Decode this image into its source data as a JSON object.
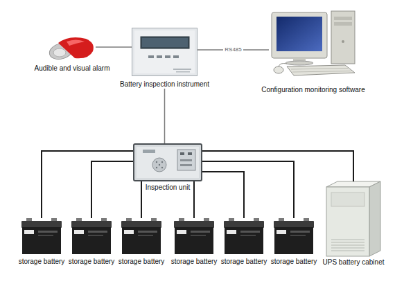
{
  "diagram": {
    "nodes": [
      {
        "text": [
          "Audible and visual alarm"
        ]
      },
      {
        "text": [
          "Battery inspection instrument"
        ]
      },
      {
        "text": [
          "Configuration monitoring software"
        ]
      },
      {
        "text": [
          "Inspection unit"
        ]
      },
      {
        "text": [
          "storage battery"
        ]
      },
      {
        "text": [
          "storage battery"
        ]
      },
      {
        "text": [
          "storage battery"
        ]
      },
      {
        "text": [
          "storage battery"
        ]
      },
      {
        "text": [
          "storage battery"
        ]
      },
      {
        "text": [
          "storage battery"
        ]
      },
      {
        "text": [
          "UPS battery cabinet"
        ]
      }
    ],
    "edges": [
      {
        "from": 0,
        "to": 1,
        "arrow": "none"
      },
      {
        "from": 1,
        "to": 2,
        "label": "RS485",
        "arrow": "none"
      },
      {
        "from": 1,
        "to": 3,
        "arrow": "none"
      },
      {
        "from": 3,
        "to": 4,
        "arrow": "none"
      },
      {
        "from": 3,
        "to": 5,
        "arrow": "none"
      },
      {
        "from": 3,
        "to": 6,
        "arrow": "none"
      },
      {
        "from": 3,
        "to": 7,
        "arrow": "none"
      },
      {
        "from": 3,
        "to": 8,
        "arrow": "none"
      },
      {
        "from": 3,
        "to": 9,
        "arrow": "none"
      },
      {
        "from": 3,
        "to": 10,
        "arrow": "none"
      }
    ]
  }
}
